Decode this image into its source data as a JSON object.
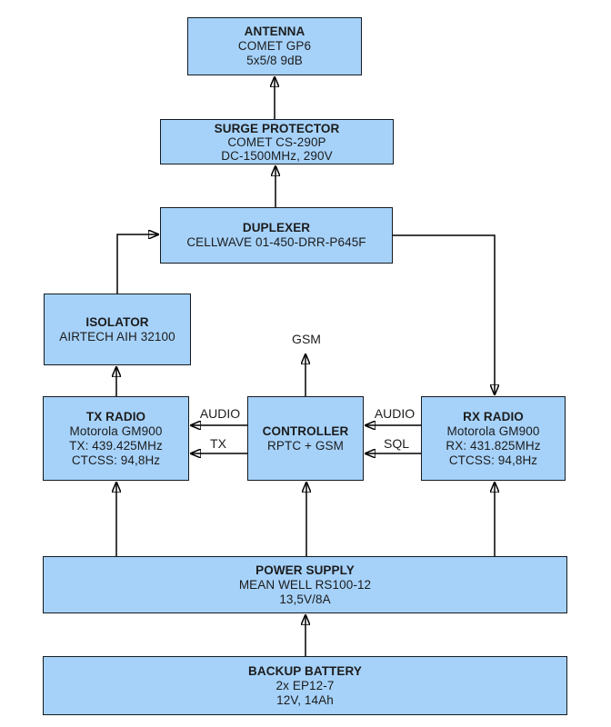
{
  "diagram": {
    "background_color": "#ffffff",
    "box_fill_color": "#a6d2fa",
    "box_border_color": "#141a20",
    "line_color": "#000000",
    "text_color": "#1c1c1c",
    "nodes": {
      "antenna": {
        "title": "ANTENNA",
        "line1": "COMET GP6",
        "line2": "5x5/8 9dB"
      },
      "surge_protector": {
        "title": "SURGE PROTECTOR",
        "line1": "COMET CS-290P",
        "line2": "DC-1500MHz, 290V"
      },
      "duplexer": {
        "title": "DUPLEXER",
        "line1": "CELLWAVE 01-450-DRR-P645F"
      },
      "isolator": {
        "title": "ISOLATOR",
        "line1": "AIRTECH AIH 32100"
      },
      "tx_radio": {
        "title": "TX RADIO",
        "line1": "Motorola GM900",
        "line2": "TX: 439.425MHz",
        "line3": "CTCSS: 94,8Hz"
      },
      "controller": {
        "title": "CONTROLLER",
        "line1": "RPTC + GSM"
      },
      "rx_radio": {
        "title": "RX RADIO",
        "line1": "Motorola GM900",
        "line2": "RX: 431.825MHz",
        "line3": "CTCSS: 94,8Hz"
      },
      "power_supply": {
        "title": "POWER SUPPLY",
        "line1": "MEAN WELL RS100-12",
        "line2": "13,5V/8A"
      },
      "backup_battery": {
        "title": "BACKUP BATTERY",
        "line1": "2x EP12-7",
        "line2": "12V, 14Ah"
      }
    },
    "edge_labels": {
      "gsm": "GSM",
      "tx_audio": "AUDIO",
      "tx_line": "TX",
      "rx_audio": "AUDIO",
      "rx_sql": "SQL"
    }
  }
}
